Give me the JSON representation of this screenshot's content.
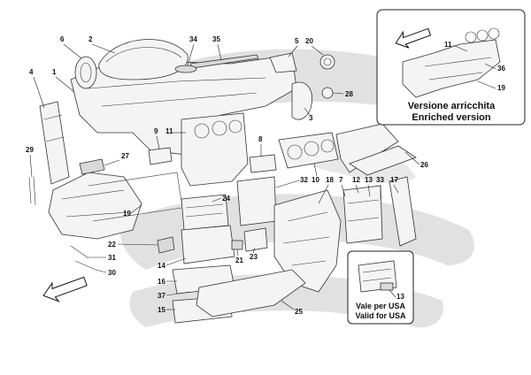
{
  "colors": {
    "background": "#ffffff",
    "watermark": "#d6d6d6",
    "line": "#222222",
    "part_fill": "#f4f4f4",
    "part_shade": "#d9d9d9"
  },
  "icons": {
    "orientation_arrow_main": "arrow-up-left-icon",
    "orientation_arrow_inset": "arrow-up-left-icon"
  },
  "inset_enriched": {
    "title_it": "Versione arricchita",
    "title_en": "Enriched version",
    "callouts": {
      "c11": "11",
      "c36": "36",
      "c19": "19"
    }
  },
  "inset_usa": {
    "title_it": "Vale per USA",
    "title_en": "Valid for USA",
    "callouts": {
      "c13": "13"
    }
  },
  "callouts": {
    "c1": "1",
    "c2": "2",
    "c3": "3",
    "c4": "4",
    "c5": "5",
    "c6": "6",
    "c7": "7",
    "c8": "8",
    "c9": "9",
    "c10": "10",
    "c11": "11",
    "c12": "12",
    "c13": "13",
    "c14": "14",
    "c15": "15",
    "c16": "16",
    "c17": "17",
    "c18": "18",
    "c19": "19",
    "c20": "20",
    "c21": "21",
    "c22": "22",
    "c23": "23",
    "c24": "24",
    "c25": "25",
    "c26": "26",
    "c27": "27",
    "c28": "28",
    "c29": "29",
    "c30": "30",
    "c31": "31",
    "c32": "32",
    "c33": "33",
    "c34": "34",
    "c35": "35",
    "c37": "37"
  }
}
